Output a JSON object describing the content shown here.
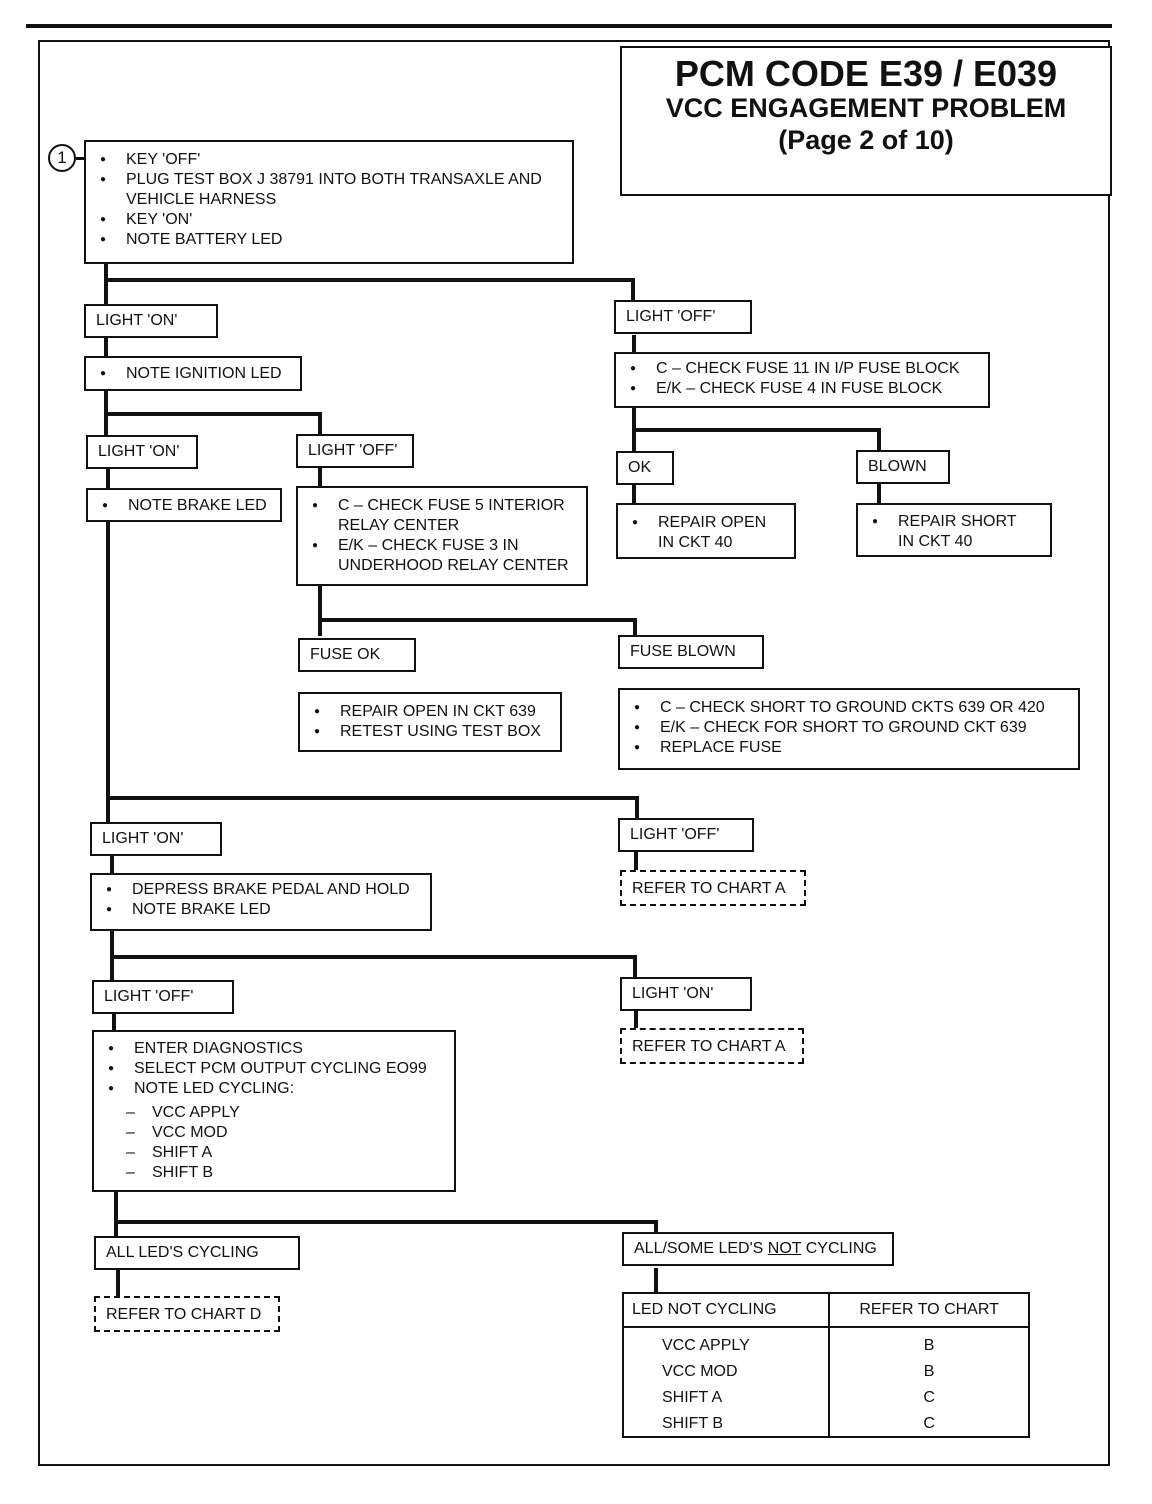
{
  "title_box": {
    "line1": "PCM CODE E39 / E039",
    "line2": "VCC ENGAGEMENT PROBLEM",
    "line3": "(Page 2 of 10)"
  },
  "step_marker": "1",
  "start_box": {
    "items": [
      "KEY 'OFF'",
      "PLUG TEST BOX J  38791 INTO BOTH TRANSAXLE AND VEHICLE HARNESS",
      "KEY 'ON'",
      "NOTE BATTERY LED"
    ]
  },
  "battery_led": {
    "on_label": "LIGHT 'ON'",
    "on_action": "NOTE IGNITION LED",
    "off_label": "LIGHT 'OFF'",
    "off_actions": [
      "C – CHECK FUSE 11 IN I/P FUSE BLOCK",
      "E/K – CHECK FUSE 4 IN FUSE BLOCK"
    ],
    "ok_label": "OK",
    "ok_action": "REPAIR  OPEN IN CKT 40",
    "blown_label": "BLOWN",
    "blown_action": "REPAIR  SHORT IN CKT 40"
  },
  "ignition_led": {
    "on_label": "LIGHT 'ON'",
    "on_action": "NOTE BRAKE LED",
    "off_label": "LIGHT 'OFF'",
    "off_actions": [
      "C – CHECK FUSE 5 INTERIOR RELAY CENTER",
      "E/K – CHECK FUSE 3 IN UNDERHOOD RELAY CENTER"
    ],
    "fuse_ok_label": "FUSE OK",
    "fuse_ok_actions": [
      "REPAIR OPEN IN CKT 639",
      "RETEST USING TEST BOX"
    ],
    "fuse_blown_label": "FUSE BLOWN",
    "fuse_blown_actions": [
      "C – CHECK SHORT TO GROUND CKTS 639 OR 420",
      "E/K – CHECK FOR SHORT TO GROUND CKT 639",
      "REPLACE  FUSE"
    ]
  },
  "brake_led": {
    "on_label": "LIGHT 'ON'",
    "on_actions": [
      "DEPRESS BRAKE PEDAL AND HOLD",
      "NOTE BRAKE LED"
    ],
    "off_label": "LIGHT 'OFF'",
    "off_action": "REFER TO CHART A"
  },
  "brake_pedal": {
    "off_label": "LIGHT 'OFF'",
    "off_actions": [
      "ENTER DIAGNOSTICS",
      "SELECT PCM OUTPUT CYCLING EO99",
      "NOTE LED CYCLING:"
    ],
    "cycling_list": [
      "VCC APPLY",
      "VCC MOD",
      "SHIFT A",
      "SHIFT B"
    ],
    "on_label": "LIGHT 'ON'",
    "on_action": "REFER TO CHART A"
  },
  "cycling": {
    "all_label": "ALL LED'S CYCLING",
    "all_action": "REFER TO CHART D",
    "some_label_pre": "ALL/SOME LED'S ",
    "some_label_not": "NOT",
    "some_label_post": " CYCLING"
  },
  "ref_table": {
    "headers": [
      "LED NOT CYCLING",
      "REFER TO CHART"
    ],
    "rows": [
      [
        "VCC APPLY",
        "B"
      ],
      [
        "VCC MOD",
        "B"
      ],
      [
        "SHIFT A",
        "C"
      ],
      [
        "SHIFT B",
        "C"
      ]
    ]
  }
}
